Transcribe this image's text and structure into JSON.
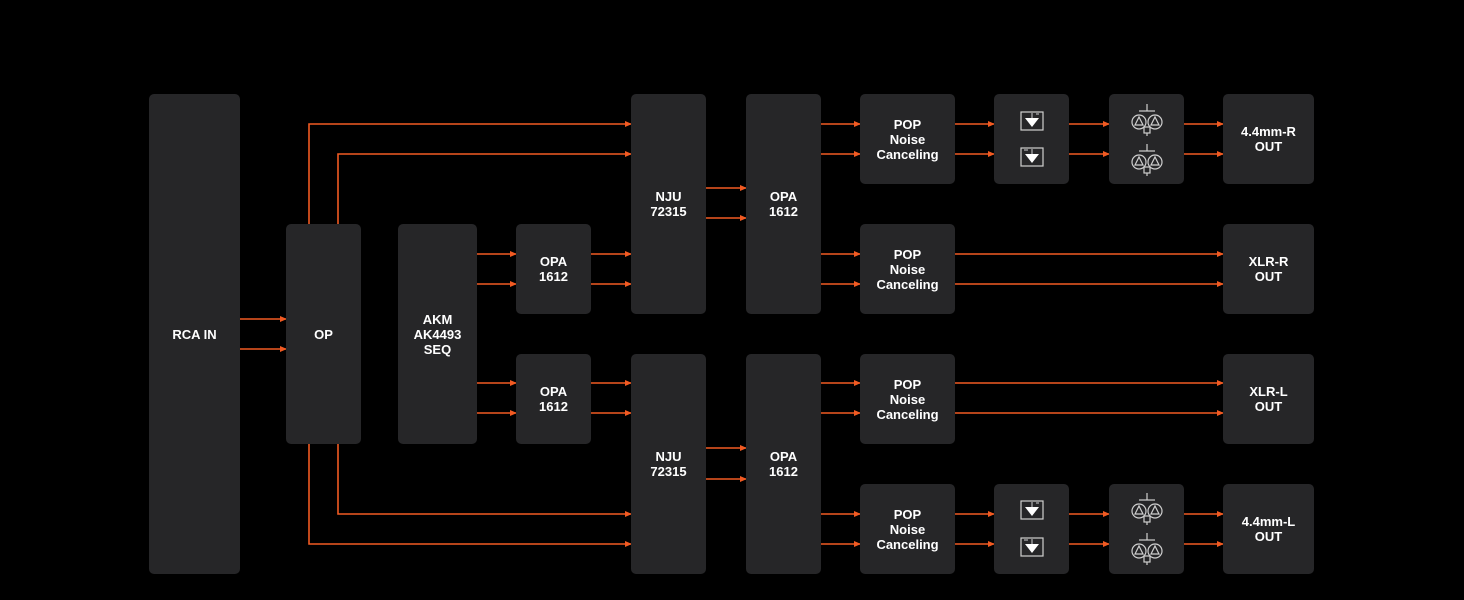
{
  "colors": {
    "background": "#000000",
    "block": "#262628",
    "signal_line": "#f15a22",
    "text": "#ffffff",
    "icon_stroke": "#cfcfcf"
  },
  "blocks": {
    "rca_in": "RCA IN",
    "op": "OP",
    "akm": "AKM\nAK4493\nSEQ",
    "opa_top_small": "OPA\n1612",
    "opa_bot_small": "OPA\n1612",
    "nju_top": "NJU\n72315",
    "nju_bot": "NJU\n72315",
    "opa_top_big": "OPA\n1612",
    "opa_bot_big": "OPA\n1612",
    "pop1": "POP\nNoise\nCanceling",
    "pop2": "POP\nNoise\nCanceling",
    "pop3": "POP\nNoise\nCanceling",
    "pop4": "POP\nNoise\nCanceling",
    "out_44r": "4.4mm-R\nOUT",
    "out_xlrr": "XLR-R\nOUT",
    "out_xlrl": "XLR-L\nOUT",
    "out_44l": "4.4mm-L\nOUT"
  },
  "icons": {
    "buffer_stage": "op-amp-buffer-icon",
    "output_stage": "dual-transistor-icon"
  }
}
